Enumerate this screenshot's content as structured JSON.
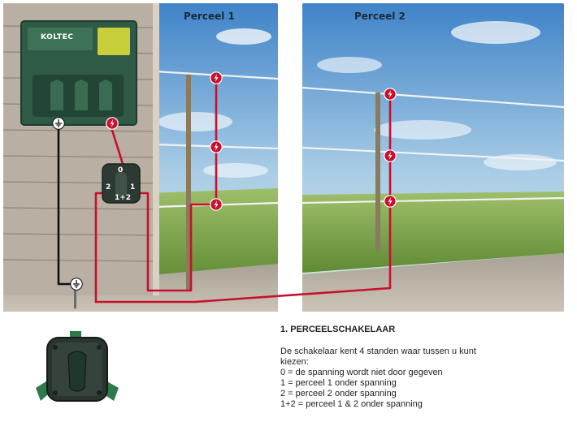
{
  "panels": {
    "left_title": "Perceel 1",
    "right_title": "Perceel 2"
  },
  "energizer": {
    "brand": "KOLTEC"
  },
  "switch_positions": {
    "off": "0",
    "p1": "1",
    "p2": "2",
    "both": "1+2"
  },
  "info": {
    "heading": "1. PERCEELSCHAKELAAR",
    "intro": "De schakelaar kent 4 standen waar tussen u kunt kiezen:",
    "options": [
      "0 = de spanning wordt niet door gegeven",
      "1 = perceel 1 onder spanning",
      "2 = perceel 2 onder spanning",
      "1+2 = perceel 1 & 2 onder spanning"
    ]
  },
  "colors": {
    "wire_live": "#c8102e",
    "wire_ground": "#111111",
    "energizer_body": "#2f5a45",
    "sky_top": "#4f8fd0",
    "grass": "#7fa04a",
    "gravel": "#b8b1a2"
  }
}
